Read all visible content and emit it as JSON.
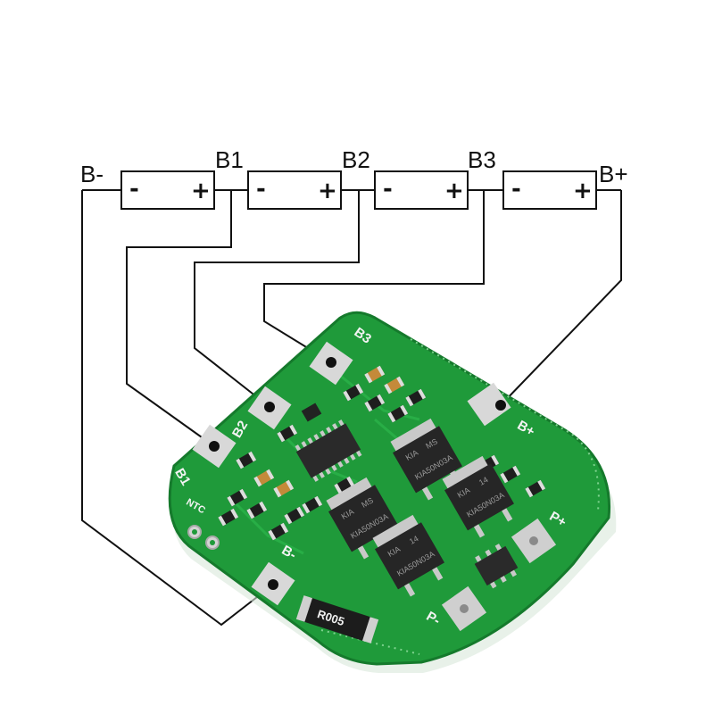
{
  "schematic": {
    "terminals": [
      "B-",
      "B1",
      "B2",
      "B3",
      "B+"
    ],
    "cells": [
      {
        "neg": "-",
        "pos": "+"
      },
      {
        "neg": "-",
        "pos": "+"
      },
      {
        "neg": "-",
        "pos": "+"
      },
      {
        "neg": "-",
        "pos": "+"
      }
    ]
  },
  "board": {
    "pad_labels": {
      "b1": "B1",
      "b2": "B2",
      "b3": "B3",
      "b_plus": "B+",
      "p_plus": "P+",
      "p_minus": "P-",
      "b_minus": "B-",
      "ntc": "NTC"
    },
    "shunt_resistor": "R005",
    "mosfet_marking": [
      "KIA",
      "MS",
      "14",
      "KIA50N03A"
    ],
    "colors": {
      "pcb": "#1f9a3a",
      "pcb_edge": "#157a2c",
      "pad": "#d8d8d8",
      "wire": "#111111"
    }
  }
}
